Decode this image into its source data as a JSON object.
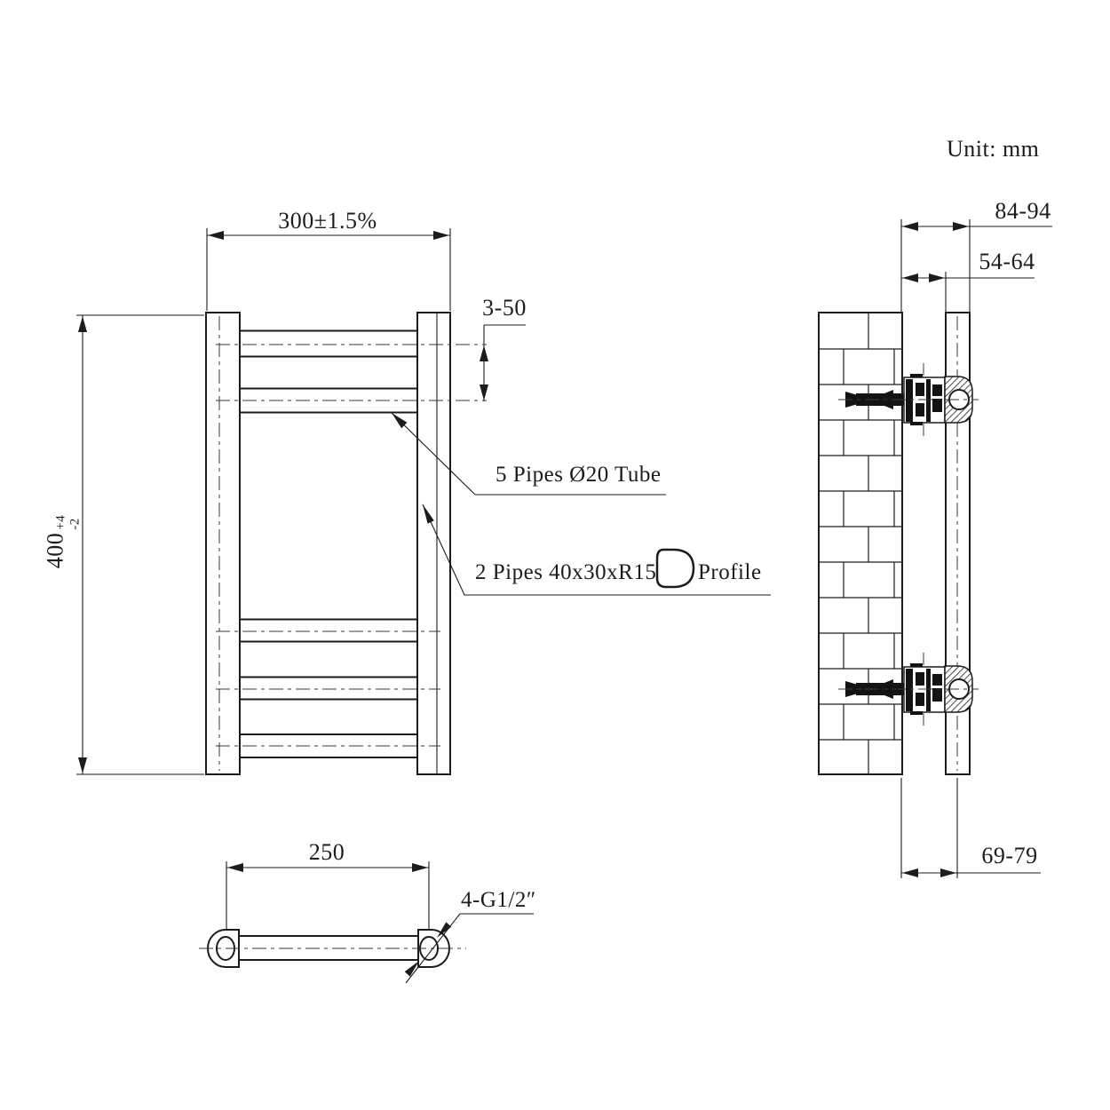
{
  "drawing": {
    "unit_note": "Unit: mm"
  },
  "front_view": {
    "width_dim": "300±1.5%",
    "height_dim_value": "400",
    "height_dim_upper_tol": "+4",
    "height_dim_lower_tol": "-2",
    "rung_spacing_dim": "3-50",
    "rungs_label": "5 Pipes Ø20 Tube",
    "uprights_label_prefix": "2 Pipes 40x30xR15",
    "uprights_label_suffix": "Profile"
  },
  "plan_view": {
    "port_spacing_dim": "250",
    "thread_label": "4-G1/2″"
  },
  "side_view": {
    "wall_to_outer_dim": "84-94",
    "wall_to_inner_dim": "54-64",
    "wall_to_center_dim": "69-79"
  },
  "colors": {
    "line": "#1c1c1c",
    "background": "#ffffff"
  }
}
